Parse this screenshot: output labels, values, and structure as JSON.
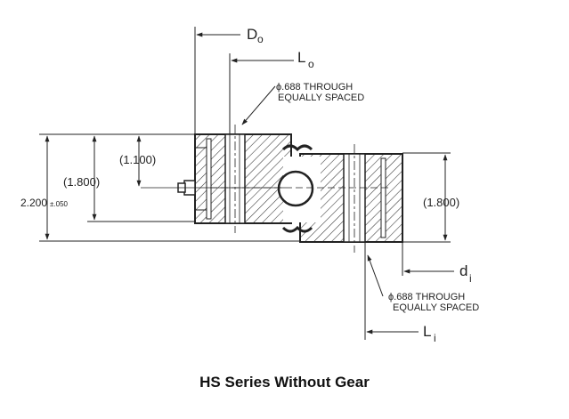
{
  "labels": {
    "do_main": "D",
    "do_sub": "o",
    "lo_main": "L",
    "lo_sub": "o",
    "di_main": "d",
    "di_sub": "i",
    "li_main": "L",
    "li_sub": "i",
    "top_note_line1": "ϕ.688 THROUGH",
    "top_note_line2": "EQUALLY SPACED",
    "bottom_note_line1": "ϕ.688 THROUGH",
    "bottom_note_line2": "EQUALLY SPACED",
    "overall_height": "2.200",
    "overall_tolerance": "±.050",
    "outer_height": "(1.800)",
    "offset_height": "(1.100)",
    "inner_height": "(1.800)"
  },
  "caption": "HS Series Without Gear"
}
